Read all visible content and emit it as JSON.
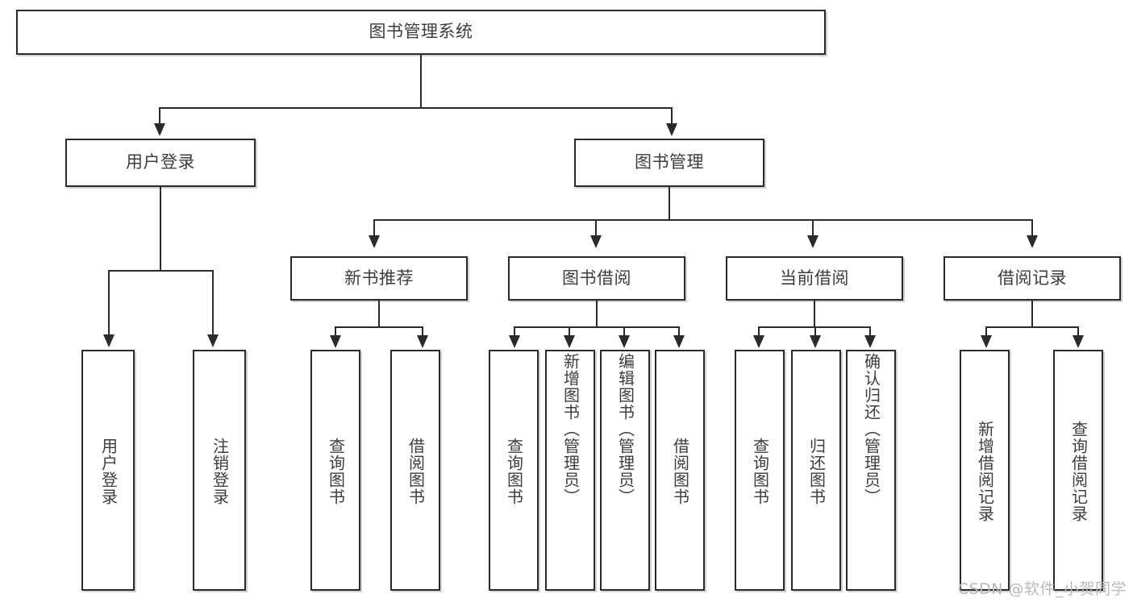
{
  "diagram": {
    "type": "tree",
    "title": "图书管理系统",
    "root": {
      "label": "图书管理系统"
    },
    "level2": [
      {
        "label": "用户登录"
      },
      {
        "label": "图书管理"
      }
    ],
    "level3": [
      {
        "label": "新书推荐"
      },
      {
        "label": "图书借阅"
      },
      {
        "label": "当前借阅"
      },
      {
        "label": "借阅记录"
      }
    ],
    "leaves": {
      "user_login": [
        {
          "label": "用户登录"
        },
        {
          "label": "注销登录"
        }
      ],
      "new_book_recommend": [
        {
          "label": "查询图书"
        },
        {
          "label": "借阅图书"
        }
      ],
      "book_borrow": [
        {
          "label": "查询图书"
        },
        {
          "label": "新增图书（管理员）"
        },
        {
          "label": "编辑图书（管理员）"
        },
        {
          "label": "借阅图书"
        }
      ],
      "current_borrow": [
        {
          "label": "查询图书"
        },
        {
          "label": "归还图书"
        },
        {
          "label": "确认归还（管理员）"
        }
      ],
      "borrow_record": [
        {
          "label": "新增借阅记录"
        },
        {
          "label": "查询借阅记录"
        }
      ]
    }
  },
  "watermark": {
    "text": "CSDN @软件_小贺同学"
  },
  "colors": {
    "stroke": "#2b2b2b",
    "text": "#3d3d3d",
    "background": "#ffffff",
    "watermark": "#b9b9b9"
  }
}
